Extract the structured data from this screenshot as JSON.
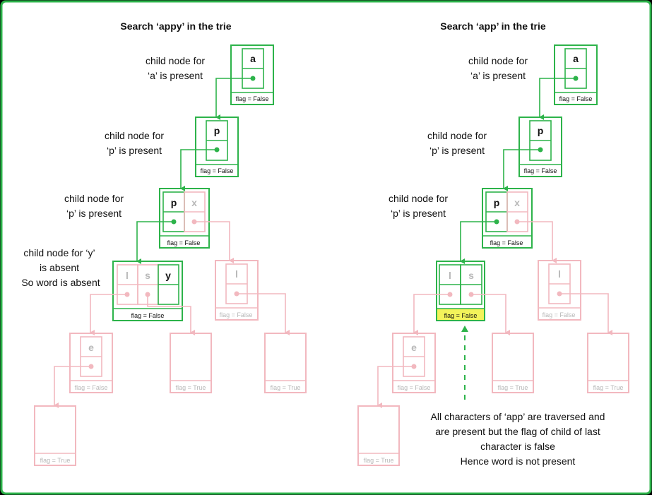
{
  "colors": {
    "green": "#2db34a",
    "pink": "#f2b8bf",
    "faded_text": "#b8b8b8",
    "highlight": "#f3f35a",
    "background": "#ffffff",
    "text": "#111111"
  },
  "left": {
    "title": "Search ‘appy’ in the trie",
    "notes": {
      "a": [
        "child node for",
        "‘a’ is present"
      ],
      "p1": [
        "child node for",
        "‘p’ is present"
      ],
      "p2": [
        "child node for",
        "‘p’ is present"
      ],
      "y": [
        "child node for ‘y’",
        "is absent",
        "So word is absent"
      ]
    },
    "nodes": {
      "root_char": "a",
      "n1_char": "p",
      "n2_chars": [
        "p",
        "x"
      ],
      "n3_chars": [
        "l",
        "s",
        "y"
      ],
      "x_child_char": "l",
      "e_char": "e"
    },
    "flags": {
      "n0": "flag = False",
      "n1": "flag = False",
      "n2": "flag = False",
      "n3": "flag = False",
      "x_child": "flag = False",
      "e_node": "flag = False",
      "s_leaf": "flag = True",
      "l_leaf": "flag = True",
      "bottom_leaf": "flag = True"
    }
  },
  "right": {
    "title": "Search ‘app’ in the trie",
    "notes": {
      "a": [
        "child node for",
        "‘a’ is present"
      ],
      "p1": [
        "child node for",
        "‘p’ is present"
      ],
      "p2": [
        "child node for",
        "‘p’ is present"
      ],
      "conclusion": [
        "All characters of ‘app’ are traversed and",
        "are present but the flag of child of last",
        "character is false",
        "Hence word is not present"
      ]
    },
    "nodes": {
      "root_char": "a",
      "n1_char": "p",
      "n2_chars": [
        "p",
        "x"
      ],
      "n3_chars": [
        "l",
        "s"
      ],
      "x_child_char": "l",
      "e_char": "e"
    },
    "flags": {
      "n0": "flag = False",
      "n1": "flag = False",
      "n2": "flag = False",
      "n3": "flag = False",
      "x_child": "flag = False",
      "e_node": "flag = False",
      "s_leaf": "flag = True",
      "l_leaf": "flag = True",
      "bottom_leaf": "flag = True"
    }
  }
}
